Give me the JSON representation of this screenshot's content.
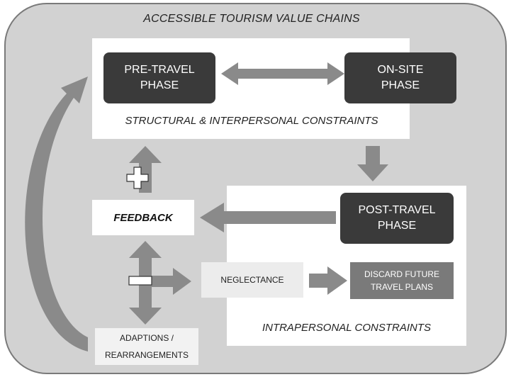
{
  "title": "ACCESSIBLE TOURISM VALUE CHAINS",
  "phases": {
    "pre_travel": "PRE-TRAVEL\nPHASE",
    "on_site": "ON-SITE\nPHASE",
    "post_travel": "POST-TRAVEL\nPHASE"
  },
  "constraints": {
    "structural": "STRUCTURAL & INTERPERSONAL CONSTRAINTS",
    "intrapersonal": "INTRAPERSONAL CONSTRAINTS"
  },
  "feedback": "FEEDBACK",
  "neglectance": "NEGLECTANCE",
  "discard": "DISCARD FUTURE\nTRAVEL PLANS",
  "adaptions": "ADAPTIONS /\nREARRANGEMENTS",
  "colors": {
    "background": "#d2d2d2",
    "dark_box": "#3a3a3a",
    "arrow": "#8a8a8a",
    "discard_box": "#7a7a7a"
  }
}
